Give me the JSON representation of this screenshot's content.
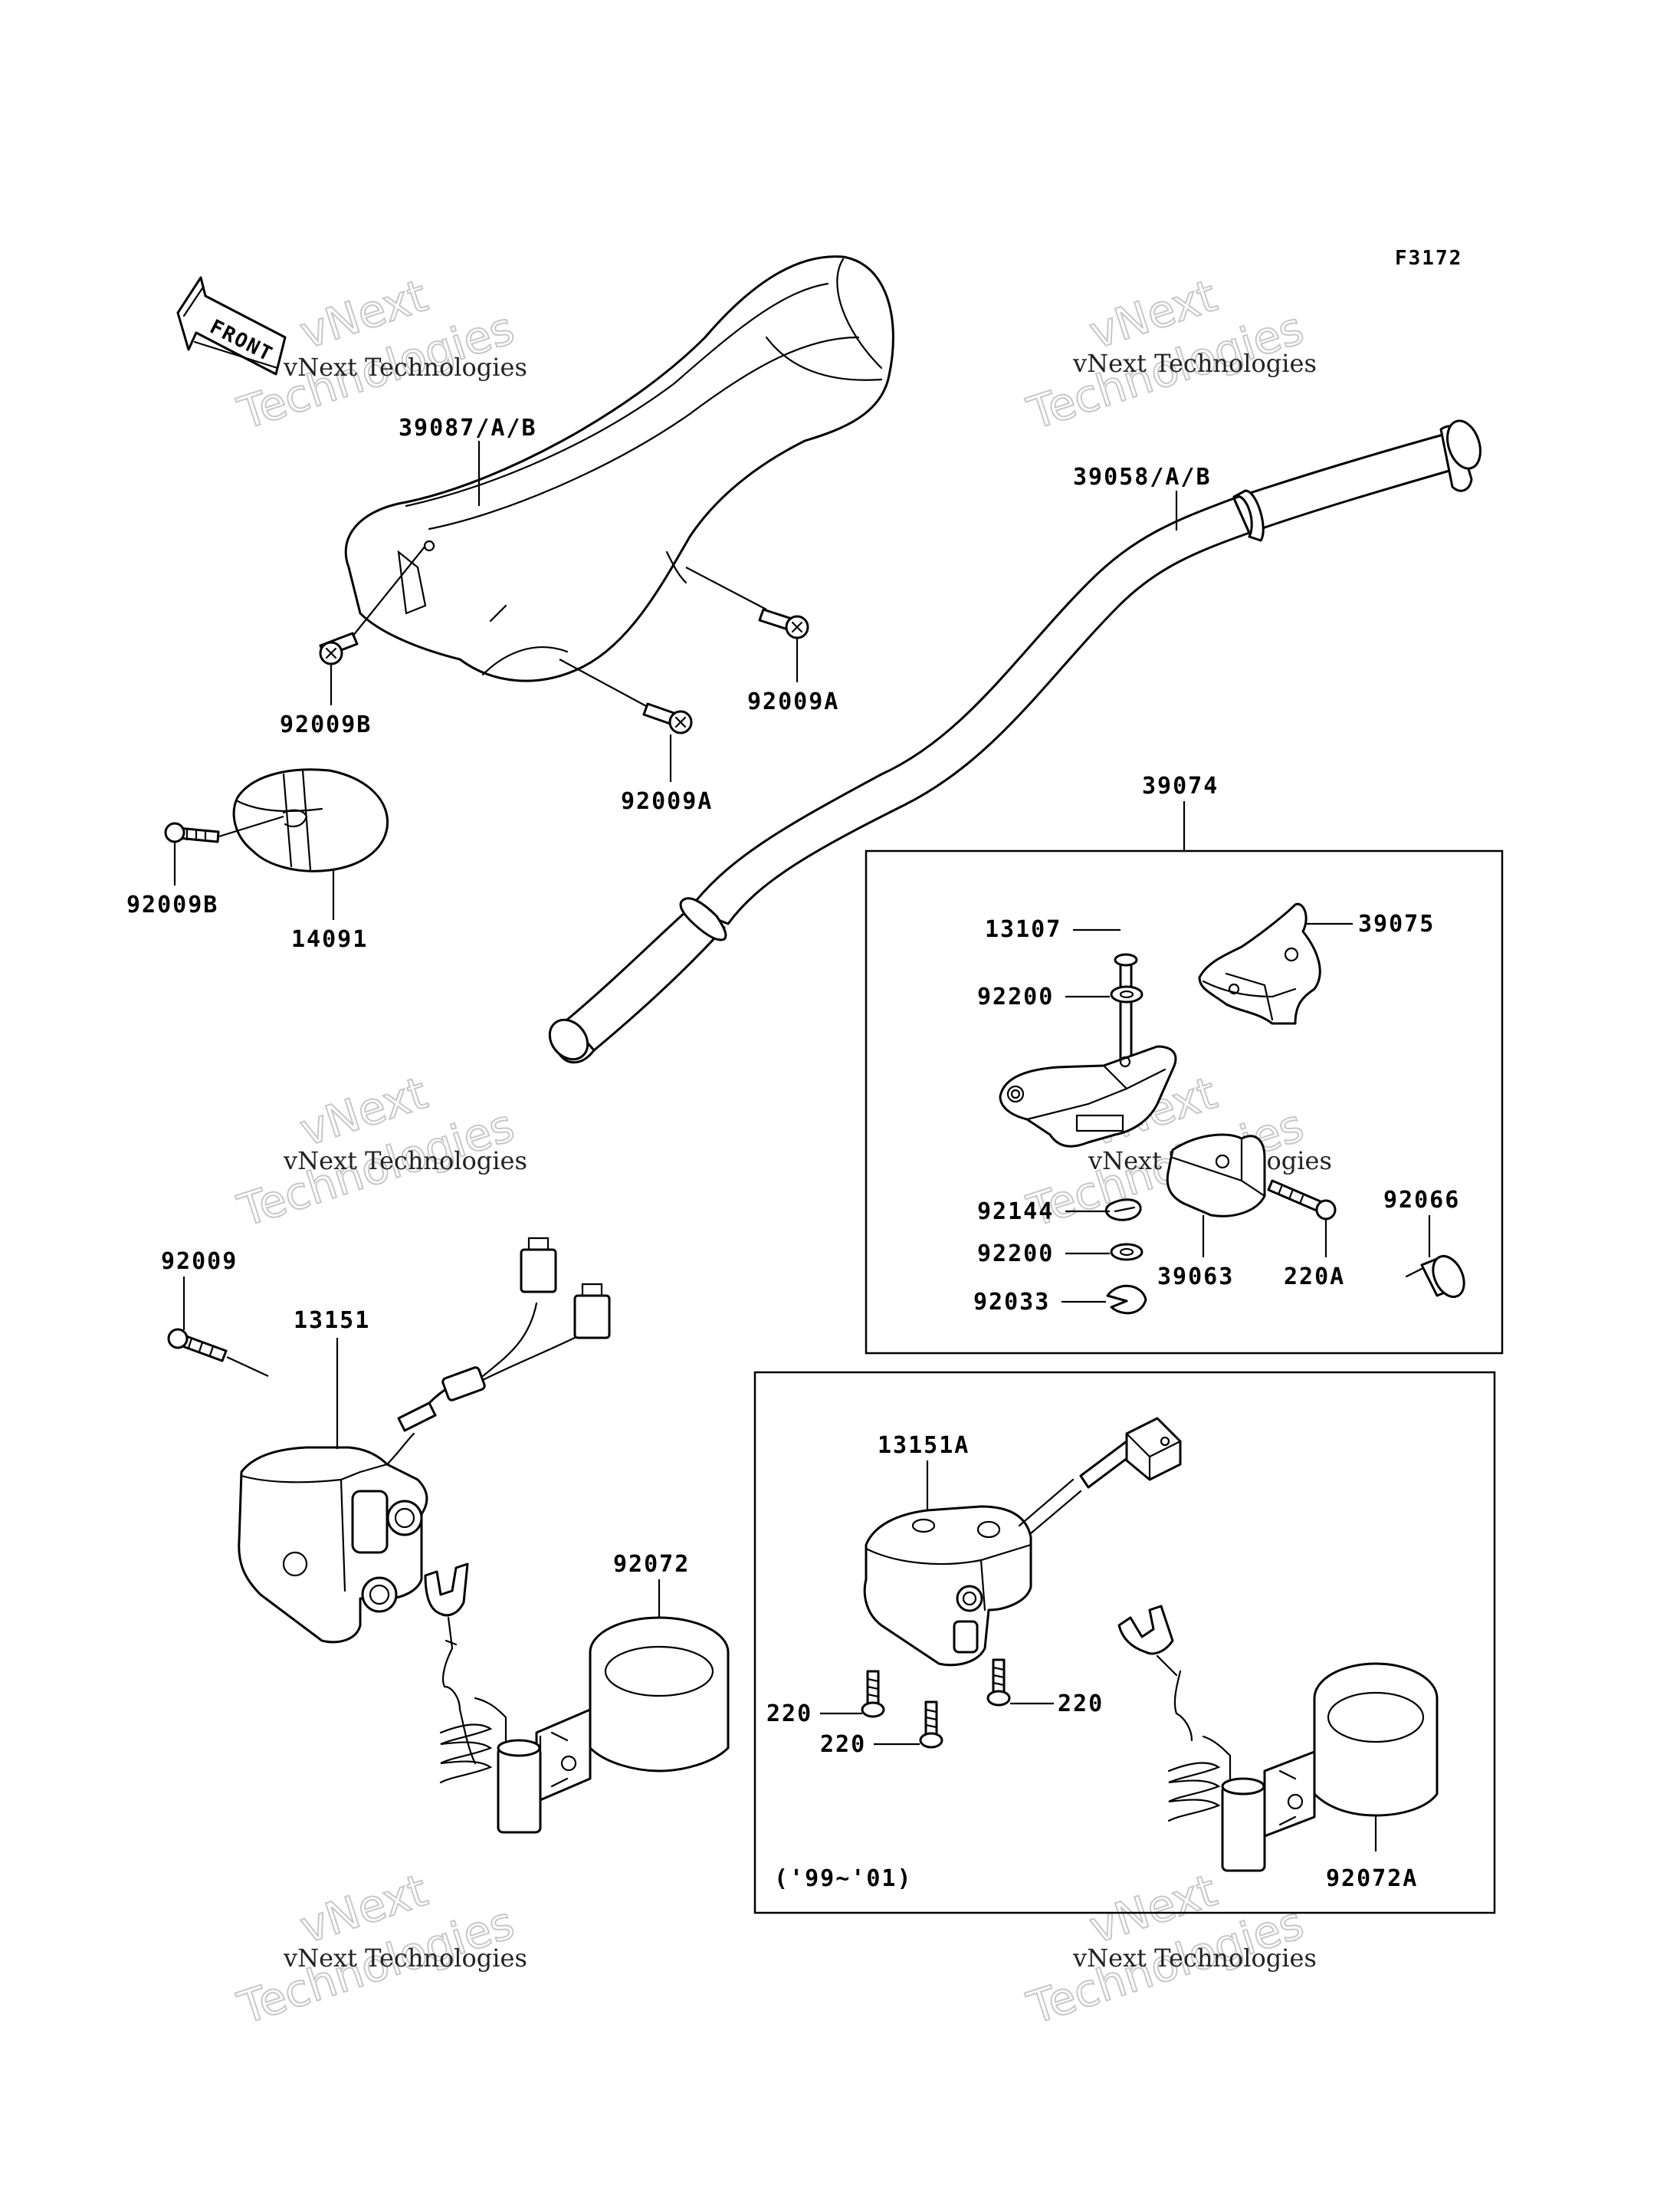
{
  "figure_code": "F3172",
  "front_label": "FRONT",
  "watermark": {
    "line1": "vNext Technologies",
    "line2": "vNext Technologies"
  },
  "parts": {
    "p39087": "39087/A/B",
    "p39058": "39058/A/B",
    "p92009B_top": "92009B",
    "p92009A_left": "92009A",
    "p92009A_right": "92009A",
    "p92009B_pad": "92009B",
    "p14091": "14091",
    "p39074": "39074",
    "p13107": "13107",
    "p39075": "39075",
    "p92200_top": "92200",
    "p92144": "92144",
    "p92200_bot": "92200",
    "p92033": "92033",
    "p39063": "39063",
    "p220A": "220A",
    "p92066": "92066",
    "p92009": "92009",
    "p13151": "13151",
    "p92072": "92072",
    "p13151A": "13151A",
    "p220_a": "220",
    "p220_b": "220",
    "p220_c": "220",
    "p92072A": "92072A"
  },
  "year_note": "('99~'01)"
}
